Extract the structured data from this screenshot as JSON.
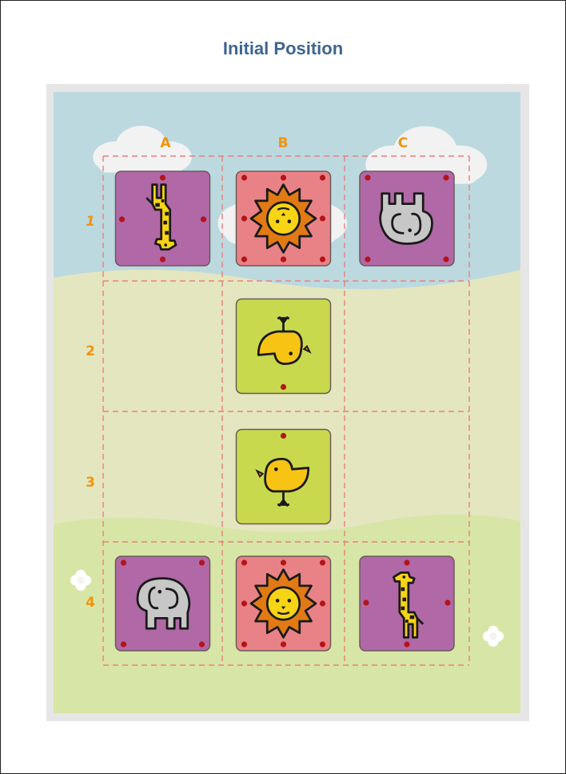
{
  "title": "Initial Position",
  "columns": [
    "A",
    "B",
    "C"
  ],
  "rows": [
    "1",
    "2",
    "3",
    "4"
  ],
  "colors": {
    "title": "#3e6591",
    "labels": "#f0940e",
    "sky": "#bcd9e0",
    "meadow": "#e4e6bf",
    "grass": "#d7e6a6",
    "purple_tile": "#b168a6",
    "pink_tile": "#e98286",
    "green_tile": "#c9d94e",
    "peg": "#b3141a",
    "grid": "#e9807c"
  },
  "pieces": [
    {
      "cell": "A1",
      "animal": "giraffe",
      "rotation": 180,
      "tile": "purple"
    },
    {
      "cell": "B1",
      "animal": "lion",
      "rotation": 180,
      "tile": "pink"
    },
    {
      "cell": "C1",
      "animal": "elephant",
      "rotation": 180,
      "tile": "purple"
    },
    {
      "cell": "B2",
      "animal": "chick",
      "rotation": 180,
      "tile": "green"
    },
    {
      "cell": "B3",
      "animal": "chick",
      "rotation": 0,
      "tile": "green"
    },
    {
      "cell": "A4",
      "animal": "elephant",
      "rotation": 0,
      "tile": "purple"
    },
    {
      "cell": "B4",
      "animal": "lion",
      "rotation": 0,
      "tile": "pink"
    },
    {
      "cell": "C4",
      "animal": "giraffe",
      "rotation": 0,
      "tile": "purple"
    }
  ]
}
